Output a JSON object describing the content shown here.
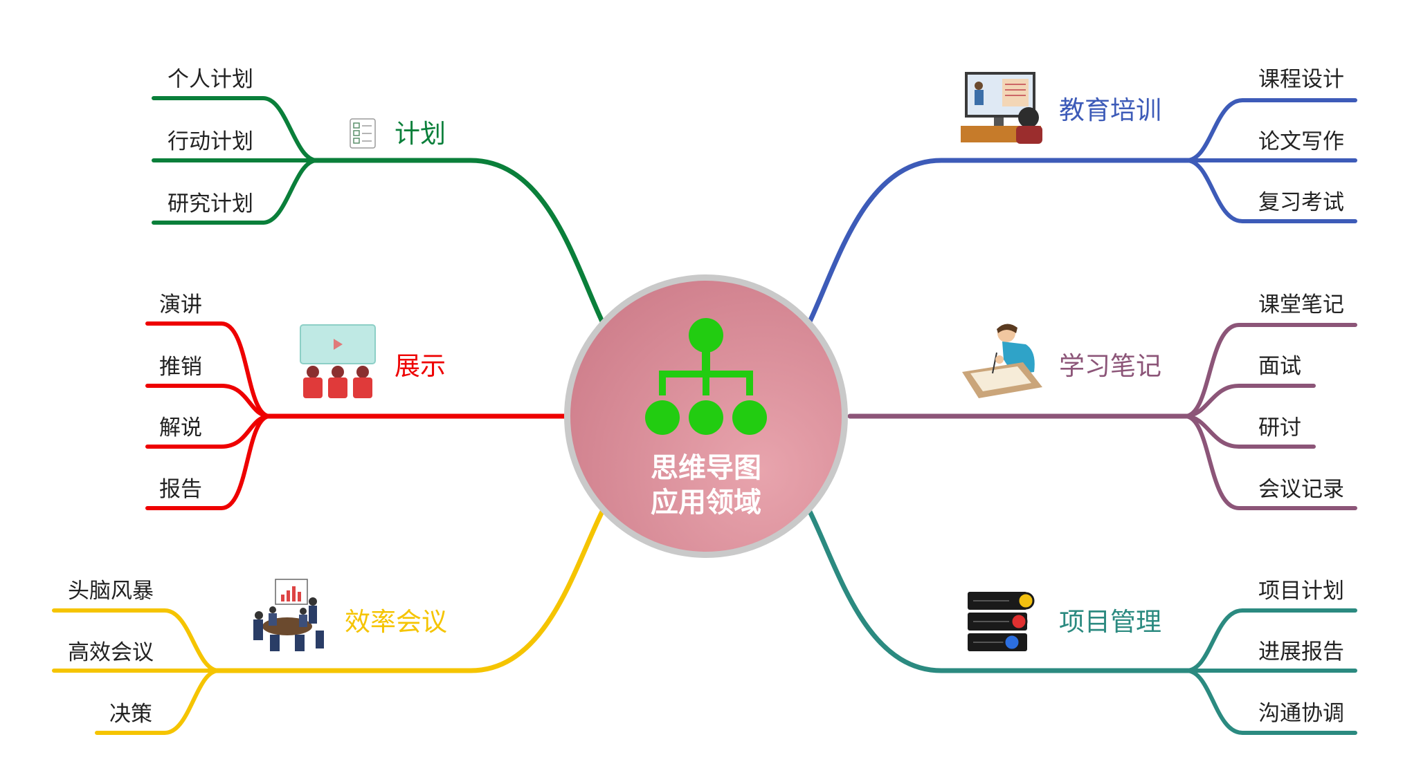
{
  "center": {
    "lines": [
      "思维导图",
      "应用领域"
    ],
    "icon": "org-chart-icon",
    "fill_color": "#d97e8a",
    "ring_color": "#c9c9c9",
    "icon_color": "#22cc11"
  },
  "branches": [
    {
      "id": "plan",
      "label": "计划",
      "color": "#0a7f3a",
      "icon": "checklist-icon",
      "side": "left",
      "children": [
        "个人计划",
        "行动计划",
        "研究计划"
      ]
    },
    {
      "id": "show",
      "label": "展示",
      "color": "#ee0000",
      "icon": "theater-audience-icon",
      "side": "left",
      "children": [
        "演讲",
        "推销",
        "解说",
        "报告"
      ]
    },
    {
      "id": "meeting",
      "label": "效率会议",
      "color": "#f5c400",
      "icon": "meeting-icon",
      "side": "left",
      "children": [
        "头脑风暴",
        "高效会议",
        "决策"
      ]
    },
    {
      "id": "edu",
      "label": "教育培训",
      "color": "#3d5bb8",
      "icon": "online-class-icon",
      "side": "right",
      "children": [
        "课程设计",
        "论文写作",
        "复习考试"
      ]
    },
    {
      "id": "notes",
      "label": "学习笔记",
      "color": "#8c5578",
      "icon": "student-writing-icon",
      "side": "right",
      "children": [
        "课堂笔记",
        "面试",
        "研讨",
        "会议记录"
      ]
    },
    {
      "id": "project",
      "label": "项目管理",
      "color": "#2b8a80",
      "icon": "server-stack-icon",
      "side": "right",
      "children": [
        "项目计划",
        "进展报告",
        "沟通协调"
      ]
    }
  ]
}
